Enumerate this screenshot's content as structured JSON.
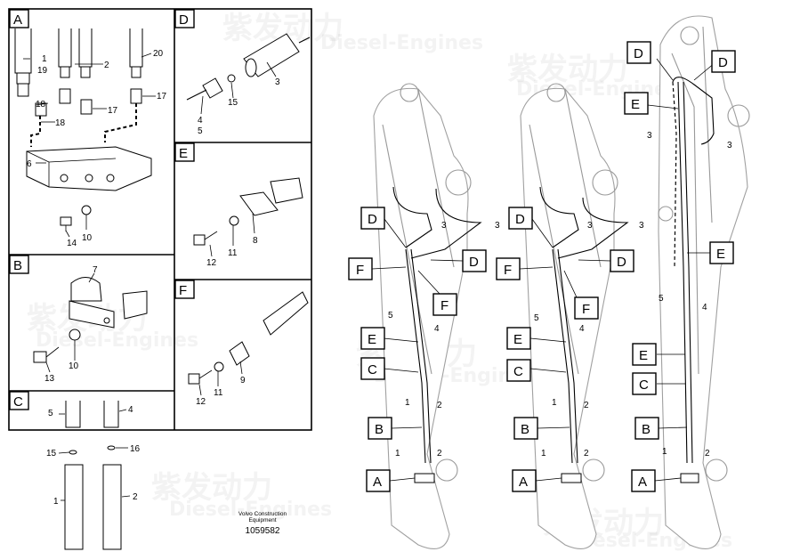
{
  "sections": [
    {
      "id": "A",
      "label": "A"
    },
    {
      "id": "B",
      "label": "B"
    },
    {
      "id": "C",
      "label": "C"
    },
    {
      "id": "D",
      "label": "D"
    },
    {
      "id": "E",
      "label": "E"
    },
    {
      "id": "F",
      "label": "F"
    }
  ],
  "numbers": {
    "n1": "1",
    "n2": "2",
    "n3": "3",
    "n4": "4",
    "n5": "5",
    "n6": "6",
    "n7": "7",
    "n8": "8",
    "n9": "9",
    "n10": "10",
    "n11": "11",
    "n12": "12",
    "n13": "13",
    "n14": "14",
    "n15": "15",
    "n16": "16",
    "n17": "17",
    "n18": "18",
    "n19": "19",
    "n20": "20"
  },
  "boom_callouts": {
    "A": "A",
    "B": "B",
    "C": "C",
    "D": "D",
    "E": "E",
    "F": "F",
    "num1": "1",
    "num2": "2",
    "num3": "3",
    "num4": "4",
    "num5": "5"
  },
  "caption": {
    "line1": "Volvo Construction",
    "line2": "Equipment",
    "number": "1059582"
  },
  "watermark": {
    "brand_cn": "紫发动力",
    "brand_en": "Diesel-Engines"
  }
}
